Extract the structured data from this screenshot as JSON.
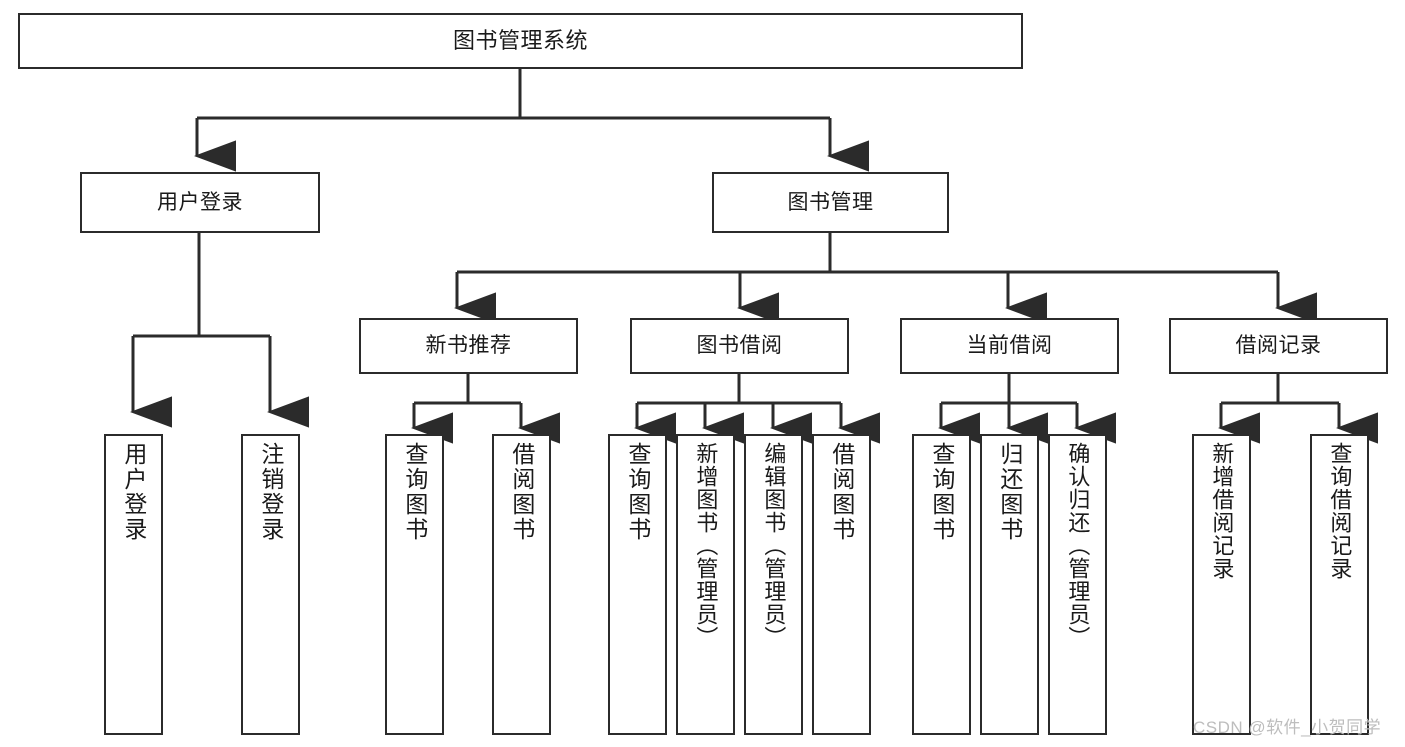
{
  "diagram": {
    "type": "tree-hierarchy",
    "title": "图书管理系统",
    "colors": {
      "background": "#ffffff",
      "node_fill": "#ffffff",
      "node_border": "#2b2b2b",
      "edge": "#2b2b2b",
      "text": "#1a1a1a",
      "watermark": "#bdbdbd"
    },
    "nodes": {
      "root": {
        "label": "图书管理系统"
      },
      "level2": [
        {
          "id": "user-login",
          "label": "用户登录"
        },
        {
          "id": "book-management",
          "label": "图书管理"
        }
      ],
      "level3": [
        {
          "id": "new-book-recommend",
          "label": "新书推荐"
        },
        {
          "id": "book-borrow",
          "label": "图书借阅"
        },
        {
          "id": "current-borrow",
          "label": "当前借阅"
        },
        {
          "id": "borrow-record",
          "label": "借阅记录"
        }
      ],
      "leaves": {
        "user_login": [
          {
            "id": "leaf-user-login",
            "label": "用户登录"
          },
          {
            "id": "leaf-logout-login",
            "label": "注销登录"
          }
        ],
        "new_book_recommend": [
          {
            "id": "leaf-query-book-1",
            "label": "查询图书"
          },
          {
            "id": "leaf-borrow-book-1",
            "label": "借阅图书"
          }
        ],
        "book_borrow": [
          {
            "id": "leaf-query-book-2",
            "label": "查询图书"
          },
          {
            "id": "leaf-add-book",
            "label": "新增图书（管理员）"
          },
          {
            "id": "leaf-edit-book",
            "label": "编辑图书（管理员）"
          },
          {
            "id": "leaf-borrow-book-2",
            "label": "借阅图书"
          }
        ],
        "current_borrow": [
          {
            "id": "leaf-query-book-3",
            "label": "查询图书"
          },
          {
            "id": "leaf-return-book",
            "label": "归还图书"
          },
          {
            "id": "leaf-confirm-return",
            "label": "确认归还（管理员）"
          }
        ],
        "borrow_record": [
          {
            "id": "leaf-add-record",
            "label": "新增借阅记录"
          },
          {
            "id": "leaf-query-record",
            "label": "查询借阅记录"
          }
        ]
      }
    },
    "watermark": "CSDN @软件_小贺同学"
  }
}
